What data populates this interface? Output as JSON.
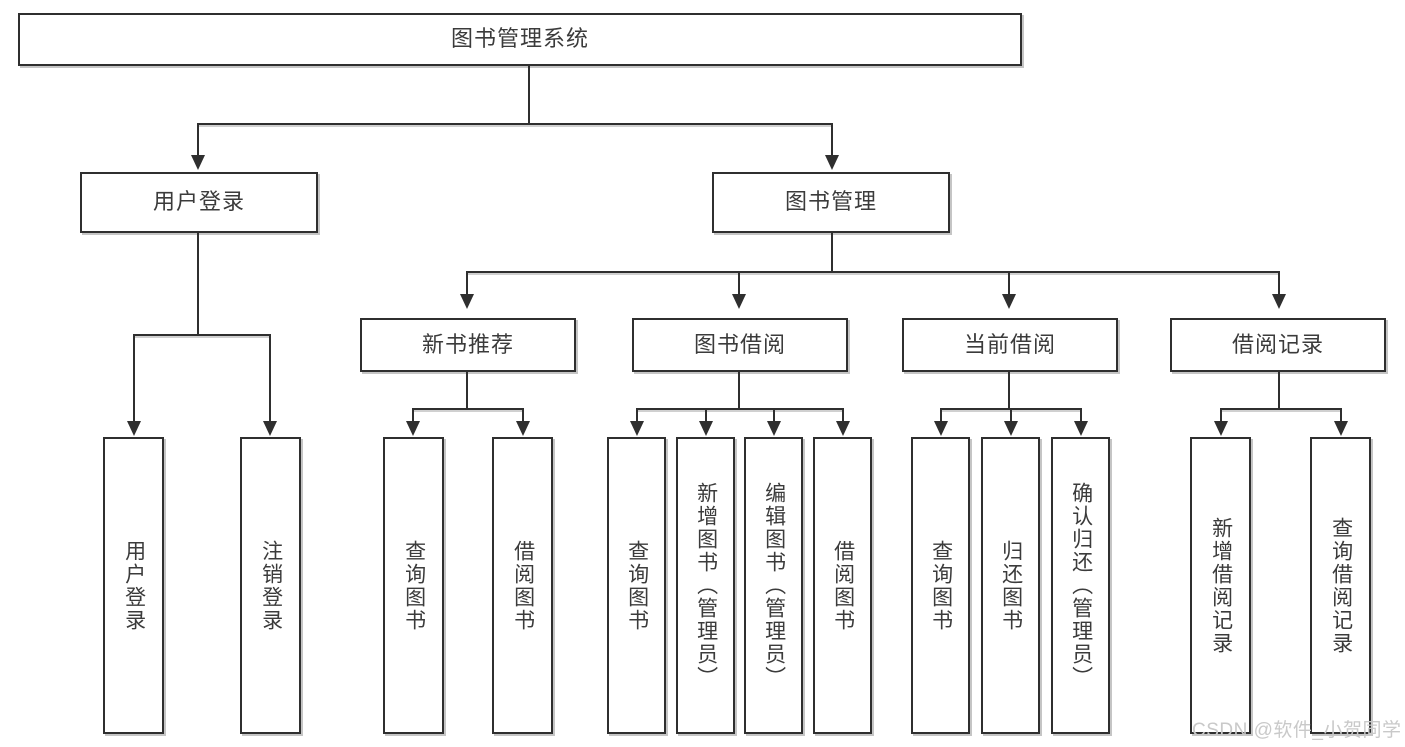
{
  "diagram": {
    "title": "图书管理系统",
    "watermark": "CSDN @软件_小贺同学",
    "root": {
      "label": "图书管理系统"
    },
    "level2": [
      {
        "label": "用户登录"
      },
      {
        "label": "图书管理"
      }
    ],
    "level3": [
      {
        "label": "新书推荐"
      },
      {
        "label": "图书借阅"
      },
      {
        "label": "当前借阅"
      },
      {
        "label": "借阅记录"
      }
    ],
    "leaves": {
      "user_login": [
        {
          "label": "用户登录"
        },
        {
          "label": "注销登录"
        }
      ],
      "new_book_recommend": [
        {
          "label": "查询图书"
        },
        {
          "label": "借阅图书"
        }
      ],
      "book_borrow": [
        {
          "label": "查询图书"
        },
        {
          "label": "新增图书（管理员）"
        },
        {
          "label": "编辑图书（管理员）"
        },
        {
          "label": "借阅图书"
        }
      ],
      "current_borrow": [
        {
          "label": "查询图书"
        },
        {
          "label": "归还图书"
        },
        {
          "label": "确认归还（管理员）"
        }
      ],
      "borrow_record": [
        {
          "label": "新增借阅记录"
        },
        {
          "label": "查询借阅记录"
        }
      ]
    },
    "colors": {
      "border": "#2f2f2f",
      "text": "#3b3b3b",
      "background": "#ffffff",
      "watermark": "#c9c9c9"
    }
  }
}
